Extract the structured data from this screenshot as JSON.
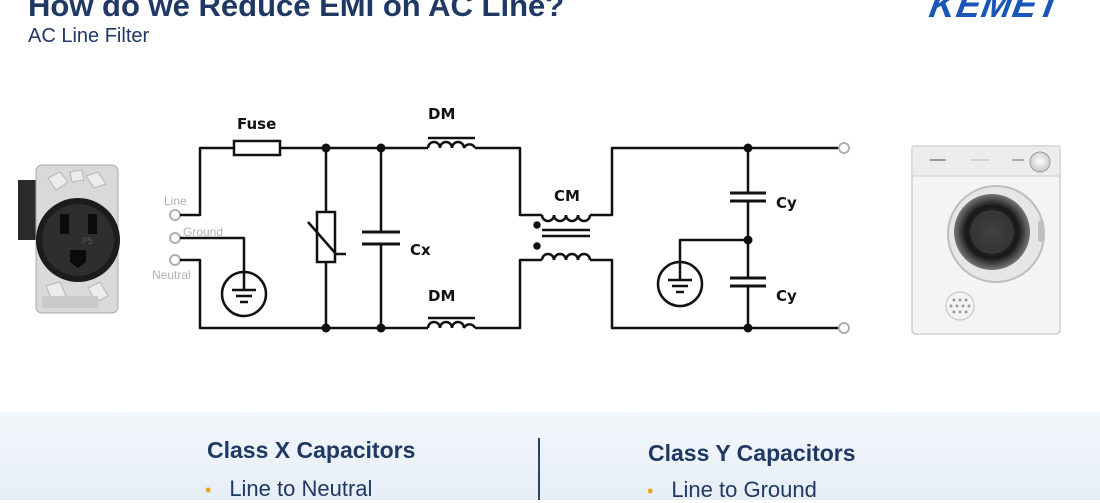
{
  "slide": {
    "title": "How do we Reduce EMI on AC Line?",
    "subtitle": "AC Line Filter",
    "logo": "KEMET"
  },
  "circuit": {
    "labels": {
      "fuse": "Fuse",
      "dm_top": "DM",
      "dm_bottom": "DM",
      "cm": "CM",
      "cx": "Cx",
      "cy_top": "Cy",
      "cy_bottom": "Cy"
    },
    "terminals": {
      "line": "Line",
      "ground": "Ground",
      "neutral": "Neutral"
    }
  },
  "columns": [
    {
      "heading": "Class X Capacitors",
      "bullet": "•",
      "item": "Line to Neutral"
    },
    {
      "heading": "Class Y Capacitors",
      "bullet": "•",
      "item": "Line to Ground"
    }
  ],
  "colors": {
    "heading": "#1f3864",
    "bullet": "#e8a317",
    "logo": "#1a56b8"
  }
}
